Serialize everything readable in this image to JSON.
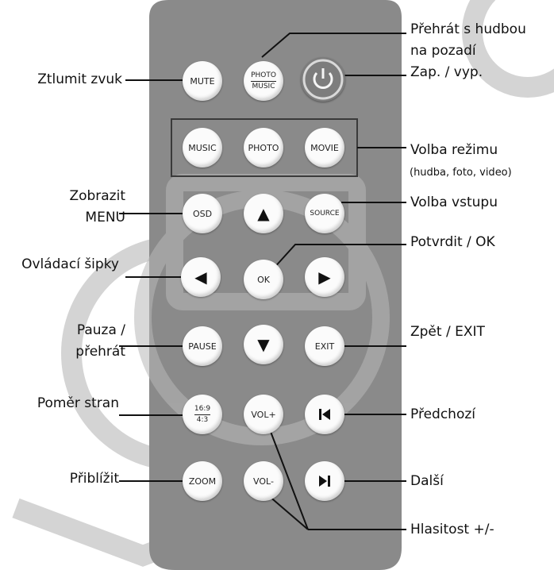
{
  "buttons": {
    "mute": "MUTE",
    "photo_music_top": "PHOTO",
    "photo_music_bottom": "MUSIC",
    "music": "MUSIC",
    "photo": "PHOTO",
    "movie": "MOVIE",
    "osd": "OSD",
    "source": "SOURCE",
    "ok": "OK",
    "pause": "PAUSE",
    "exit": "EXIT",
    "ratio_top": "16:9",
    "ratio_bottom": "4:3",
    "vol_up": "VOL+",
    "zoom": "ZOOM",
    "vol_down": "VOL-"
  },
  "labels": {
    "mute": "Ztlumit zvuk",
    "photo_music_line1": "Přehrát s hudbou",
    "photo_music_line2": "na pozadí",
    "power": "Zap. / vyp.",
    "mode": "Volba režimu",
    "mode_sub": "(hudba, foto, video)",
    "osd_line1": "Zobrazit",
    "osd_line2": "MENU",
    "source": "Volba vstupu",
    "ok": "Potvrdit / OK",
    "arrows": "Ovládací šipky",
    "pause_line1": "Pauza /",
    "pause_line2": "přehrát",
    "exit": "Zpět / EXIT",
    "ratio": "Poměr stran",
    "prev": "Předchozí",
    "zoom": "Přiblížit",
    "next": "Další",
    "volume": "Hlasitost +/-"
  },
  "icons": {
    "power": "power-icon",
    "up": "arrow-up-icon",
    "down": "arrow-down-icon",
    "left": "arrow-left-icon",
    "right": "arrow-right-icon",
    "prev": "skip-previous-icon",
    "next": "skip-next-icon"
  },
  "colors": {
    "remote_body": "#8a8a8a",
    "button_face": "#fbfbfb",
    "watermark": "#cfcfcf"
  }
}
